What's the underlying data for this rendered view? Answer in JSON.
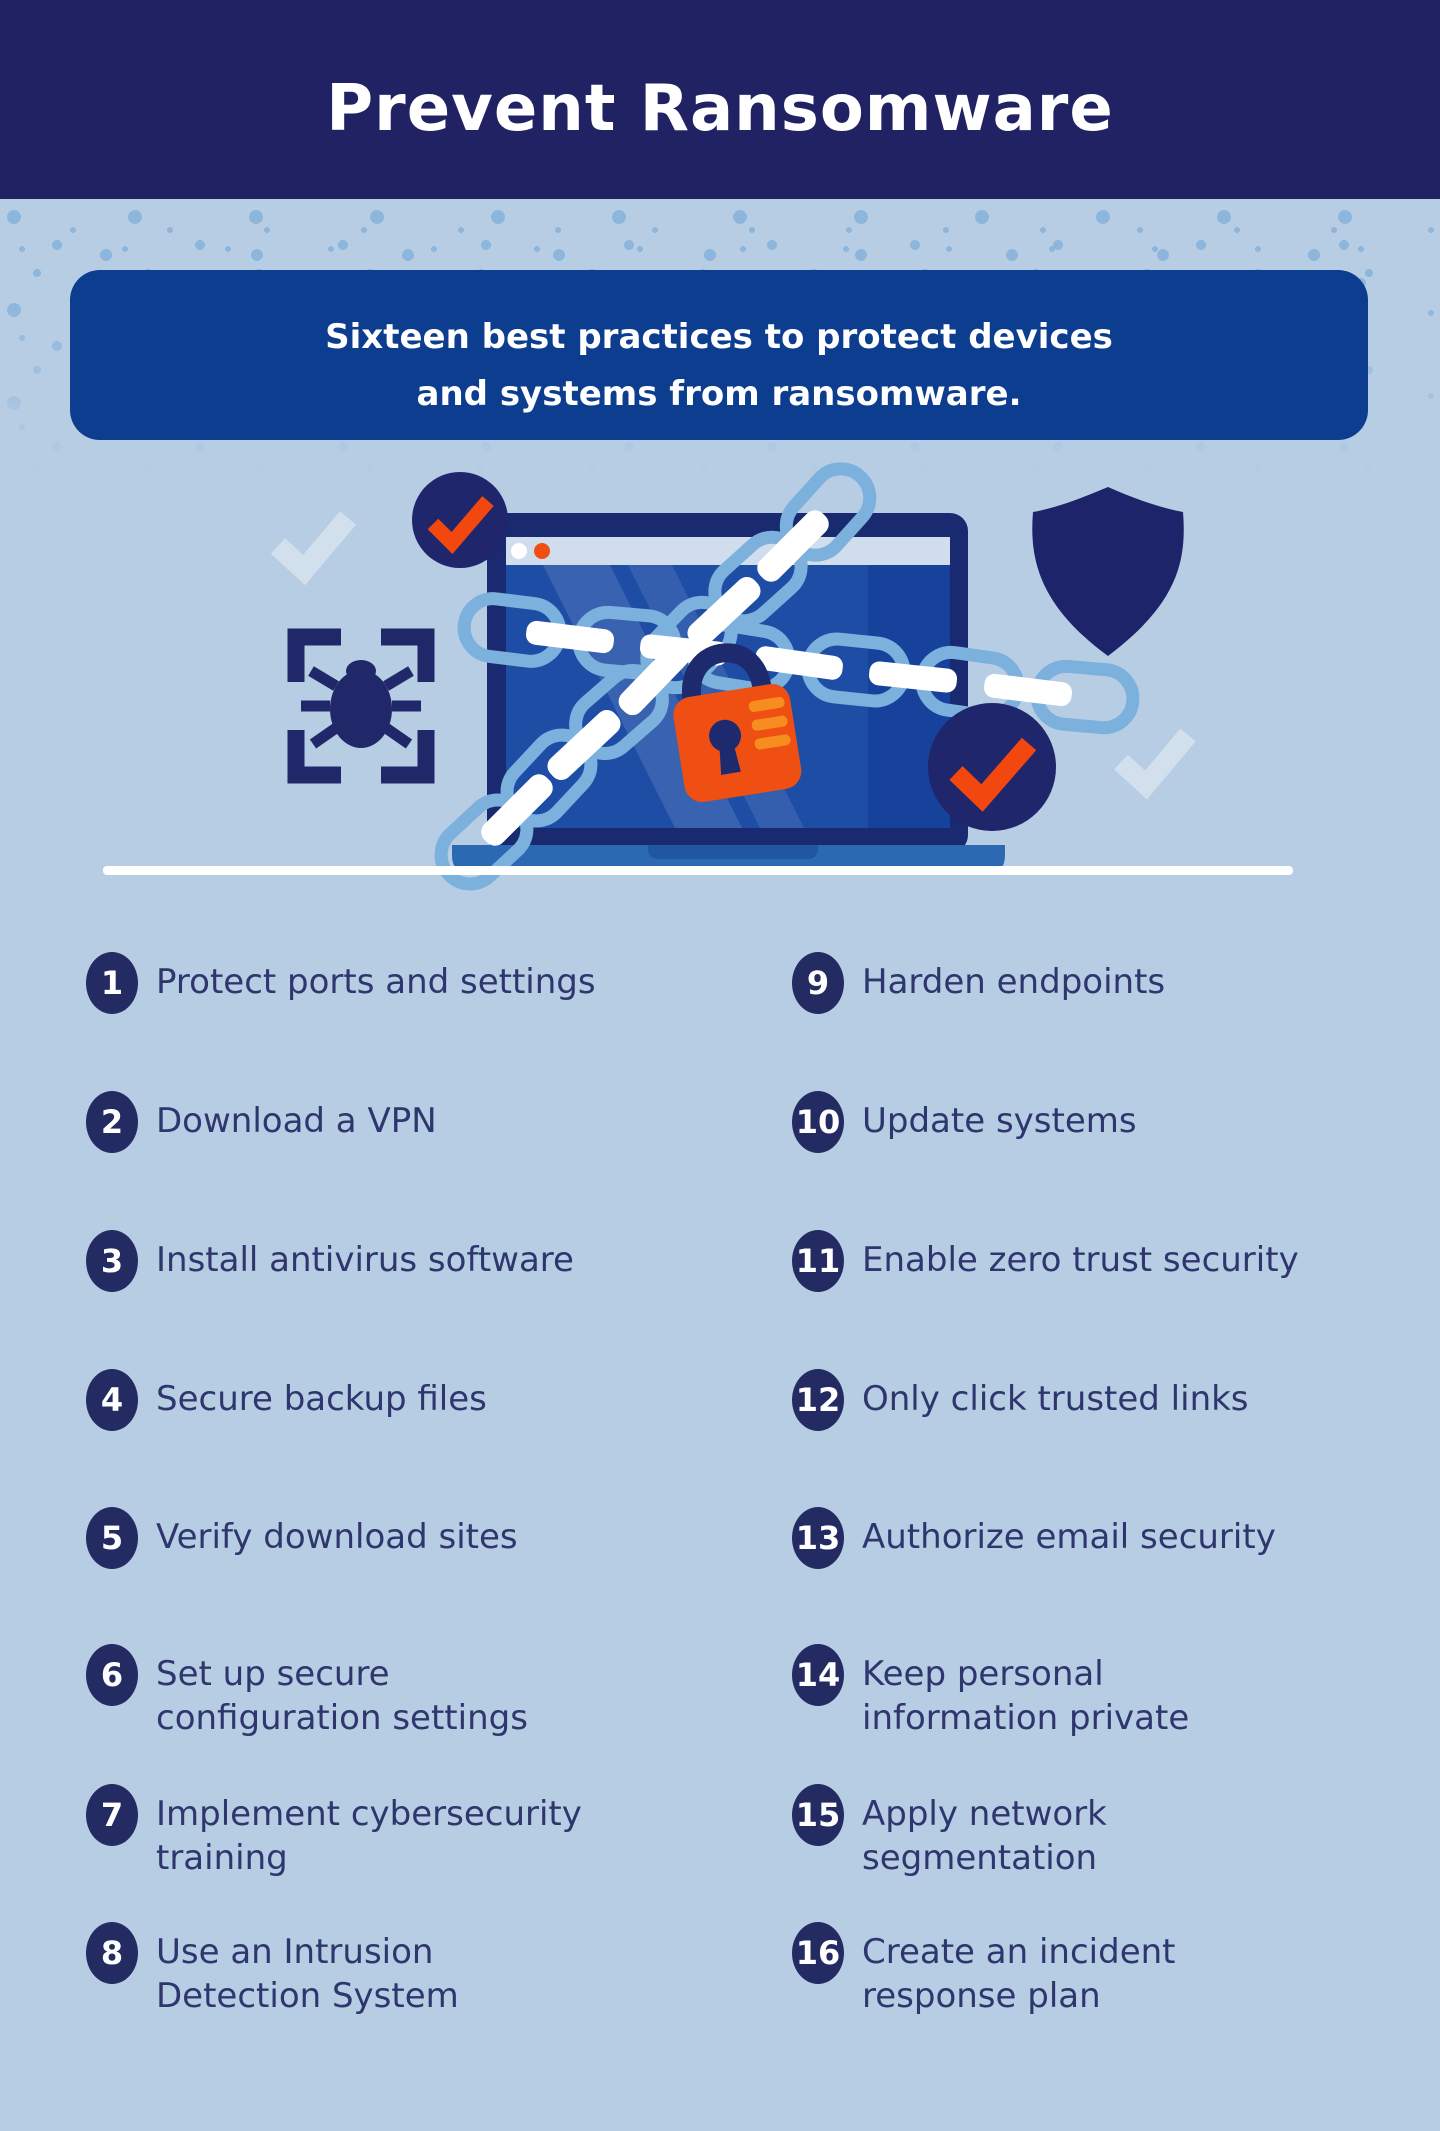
{
  "header": {
    "title": "Prevent Ransomware"
  },
  "intro": {
    "line1": "Sixteen best practices to protect devices",
    "line2": "and systems from ransomware."
  },
  "colors": {
    "header_bg": "#202264",
    "intro_bg": "#0d3d8f",
    "page_bg": "#b7cde4",
    "speckle": "#8db6dc",
    "badge_navy": "#242b63",
    "item_text": "#2f366e",
    "accent_orange": "#f2470f",
    "chain_blue": "#7cb0dd",
    "screen_blue": "#1e4da6",
    "laptop_navy": "#1a2a70",
    "laptop_base_blue": "#2b6ab3",
    "light_check": "#d2e0ee"
  },
  "items": {
    "left": [
      {
        "num": "1",
        "line1": "Protect ports and settings",
        "line2": ""
      },
      {
        "num": "2",
        "line1": "Download a VPN",
        "line2": ""
      },
      {
        "num": "3",
        "line1": "Install antivirus software",
        "line2": ""
      },
      {
        "num": "4",
        "line1": "Secure backup files",
        "line2": ""
      },
      {
        "num": "5",
        "line1": "Verify download sites",
        "line2": ""
      },
      {
        "num": "6",
        "line1": "Set up secure",
        "line2": "configuration settings"
      },
      {
        "num": "7",
        "line1": "Implement cybersecurity",
        "line2": "training"
      },
      {
        "num": "8",
        "line1": "Use an Intrusion",
        "line2": "Detection System"
      }
    ],
    "right": [
      {
        "num": "9",
        "line1": "Harden endpoints",
        "line2": ""
      },
      {
        "num": "10",
        "line1": "Update systems",
        "line2": ""
      },
      {
        "num": "11",
        "line1": "Enable zero trust security",
        "line2": ""
      },
      {
        "num": "12",
        "line1": "Only click trusted links",
        "line2": ""
      },
      {
        "num": "13",
        "line1": "Authorize email security",
        "line2": ""
      },
      {
        "num": "14",
        "line1": "Keep personal",
        "line2": "information private"
      },
      {
        "num": "15",
        "line1": "Apply network",
        "line2": "segmentation"
      },
      {
        "num": "16",
        "line1": "Create an incident",
        "line2": "response plan"
      }
    ]
  }
}
